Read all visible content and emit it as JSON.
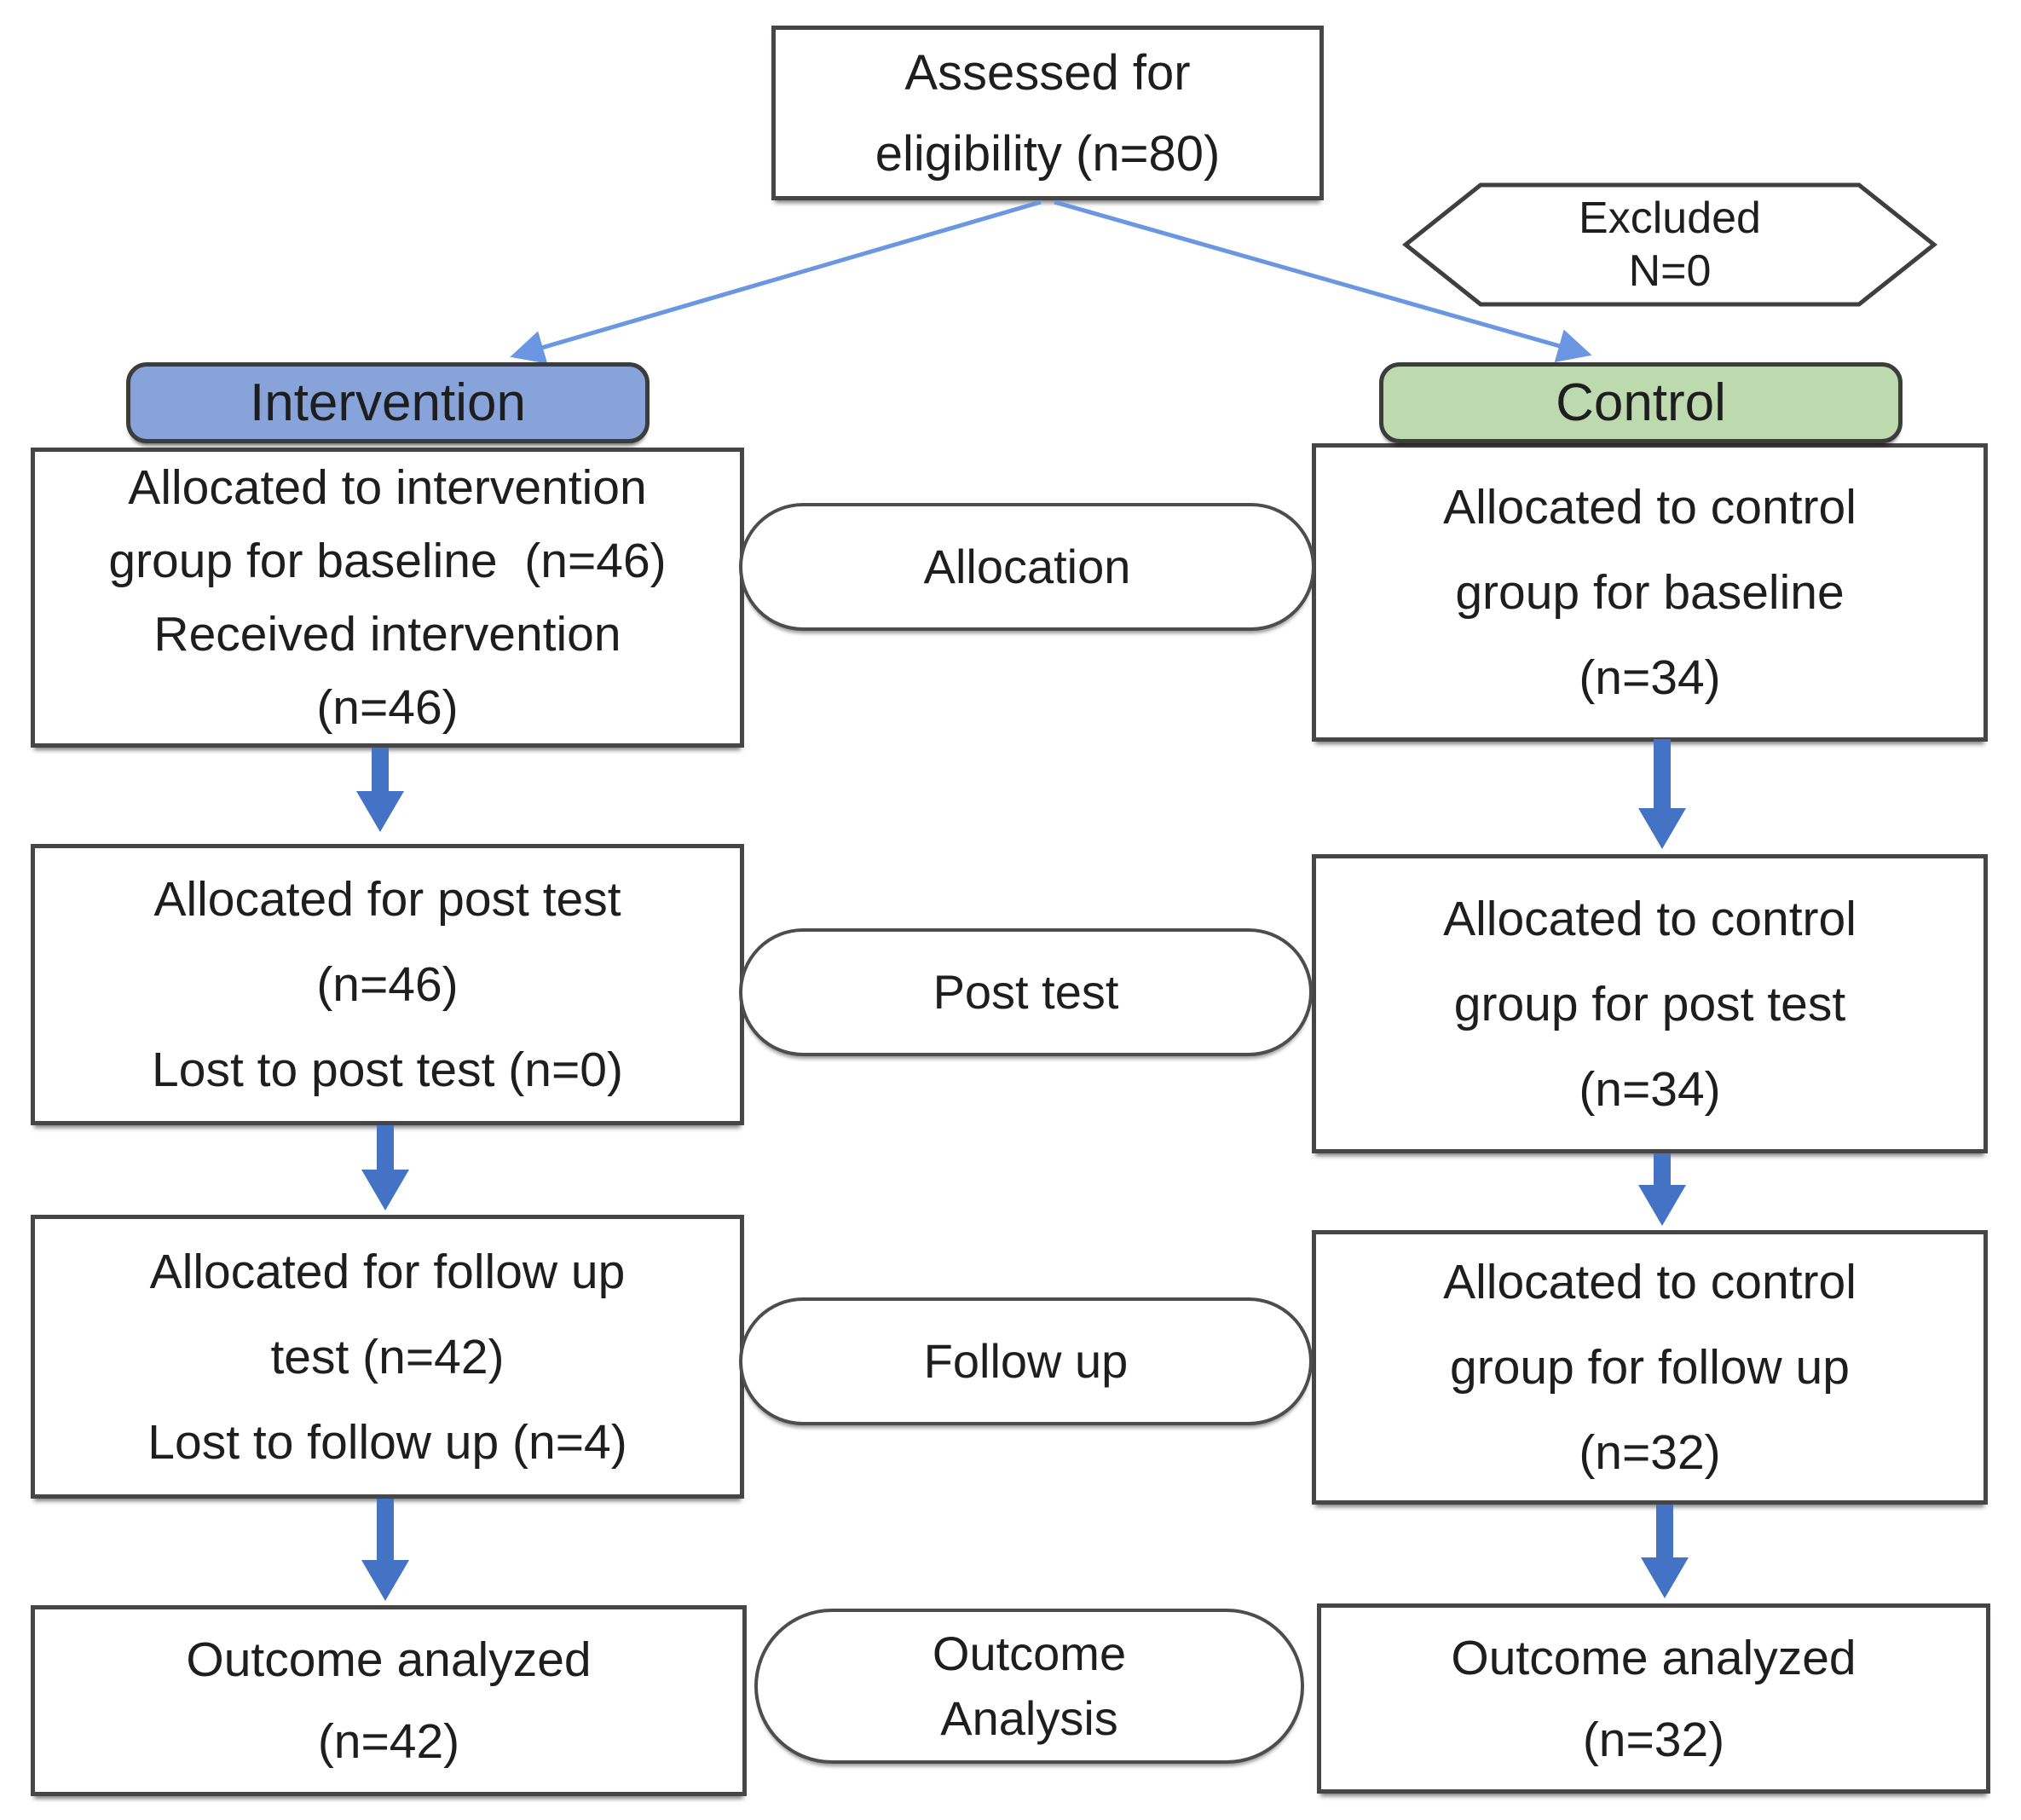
{
  "flow": {
    "assessed": {
      "lines": [
        "Assessed for",
        "eligibility (n=80)"
      ]
    },
    "excluded": {
      "lines": [
        "Excluded",
        "N=0"
      ]
    },
    "headers": {
      "intervention": "Intervention",
      "control": "Control"
    },
    "rows": [
      {
        "stage": [
          "Allocation"
        ],
        "left": [
          "Allocated to intervention",
          "group for baseline  (n=46)",
          "Received intervention",
          "(n=46)"
        ],
        "right": [
          "Allocated to control",
          "group for baseline",
          "(n=34)"
        ]
      },
      {
        "stage": [
          "Post test"
        ],
        "left": [
          "Allocated for post test",
          "(n=46)",
          "Lost to post test (n=0)"
        ],
        "right": [
          "Allocated to control",
          "group for post test",
          "(n=34)"
        ]
      },
      {
        "stage": [
          "Follow up"
        ],
        "left": [
          "Allocated for follow up",
          "test (n=42)",
          "Lost to follow up (n=4)"
        ],
        "right": [
          "Allocated to control",
          "group for follow up",
          "(n=32)"
        ]
      },
      {
        "stage": [
          "Outcome",
          "Analysis"
        ],
        "left": [
          "Outcome analyzed",
          "(n=42)"
        ],
        "right": [
          "Outcome analyzed",
          "(n=32)"
        ]
      }
    ]
  },
  "colors": {
    "intervention_fill": "#87a3da",
    "control_fill": "#bcdaad",
    "box_border": "#464646",
    "arrow_primary": "#4472c4",
    "arrow_connector": "#6b96e2",
    "text": "#1e1e1e",
    "background": "#ffffff"
  }
}
